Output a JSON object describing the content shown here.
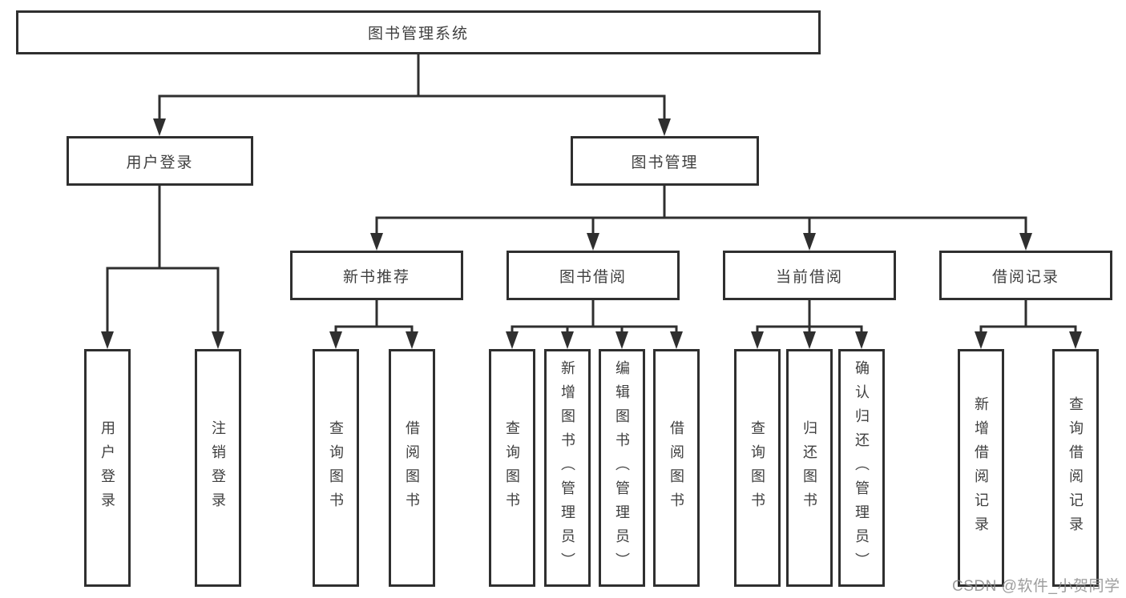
{
  "title": "图书管理系统",
  "watermark": "CSDN @软件_小贺同学",
  "colors": {
    "line": "#2f2f2f",
    "text": "#3f3f3f",
    "box_background": "#ffffff",
    "page_background": "#ffffff",
    "watermark": "#8c8c8c"
  },
  "tree": {
    "root": {
      "label": "图书管理系统",
      "children": [
        {
          "label": "用户登录",
          "children": [
            {
              "label": "用户登录"
            },
            {
              "label": "注销登录"
            }
          ]
        },
        {
          "label": "图书管理",
          "children": [
            {
              "label": "新书推荐",
              "children": [
                {
                  "label": "查询图书"
                },
                {
                  "label": "借阅图书"
                }
              ]
            },
            {
              "label": "图书借阅",
              "children": [
                {
                  "label": "查询图书"
                },
                {
                  "label": "新增图书（管理员）"
                },
                {
                  "label": "编辑图书（管理员）"
                },
                {
                  "label": "借阅图书"
                }
              ]
            },
            {
              "label": "当前借阅",
              "children": [
                {
                  "label": "查询图书"
                },
                {
                  "label": "归还图书"
                },
                {
                  "label": "确认归还（管理员）"
                }
              ]
            },
            {
              "label": "借阅记录",
              "children": [
                {
                  "label": "新增借阅记录"
                },
                {
                  "label": "查询借阅记录"
                }
              ]
            }
          ]
        }
      ]
    }
  }
}
